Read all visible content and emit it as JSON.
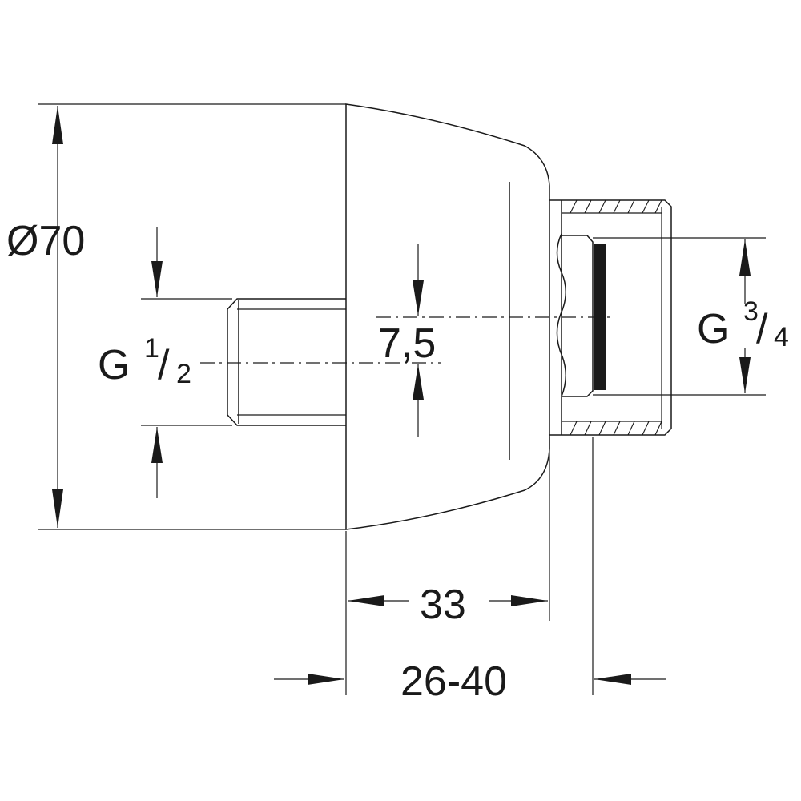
{
  "dimensions": {
    "diameter": "Ø70",
    "offset": "7,5",
    "depth": "33",
    "range": "26-40"
  },
  "thread_inlet": {
    "prefix": "G",
    "numerator": "1",
    "slash": "/",
    "denominator": "2"
  },
  "thread_outlet": {
    "prefix": "G",
    "numerator": "3",
    "slash": "/",
    "denominator": "4"
  }
}
